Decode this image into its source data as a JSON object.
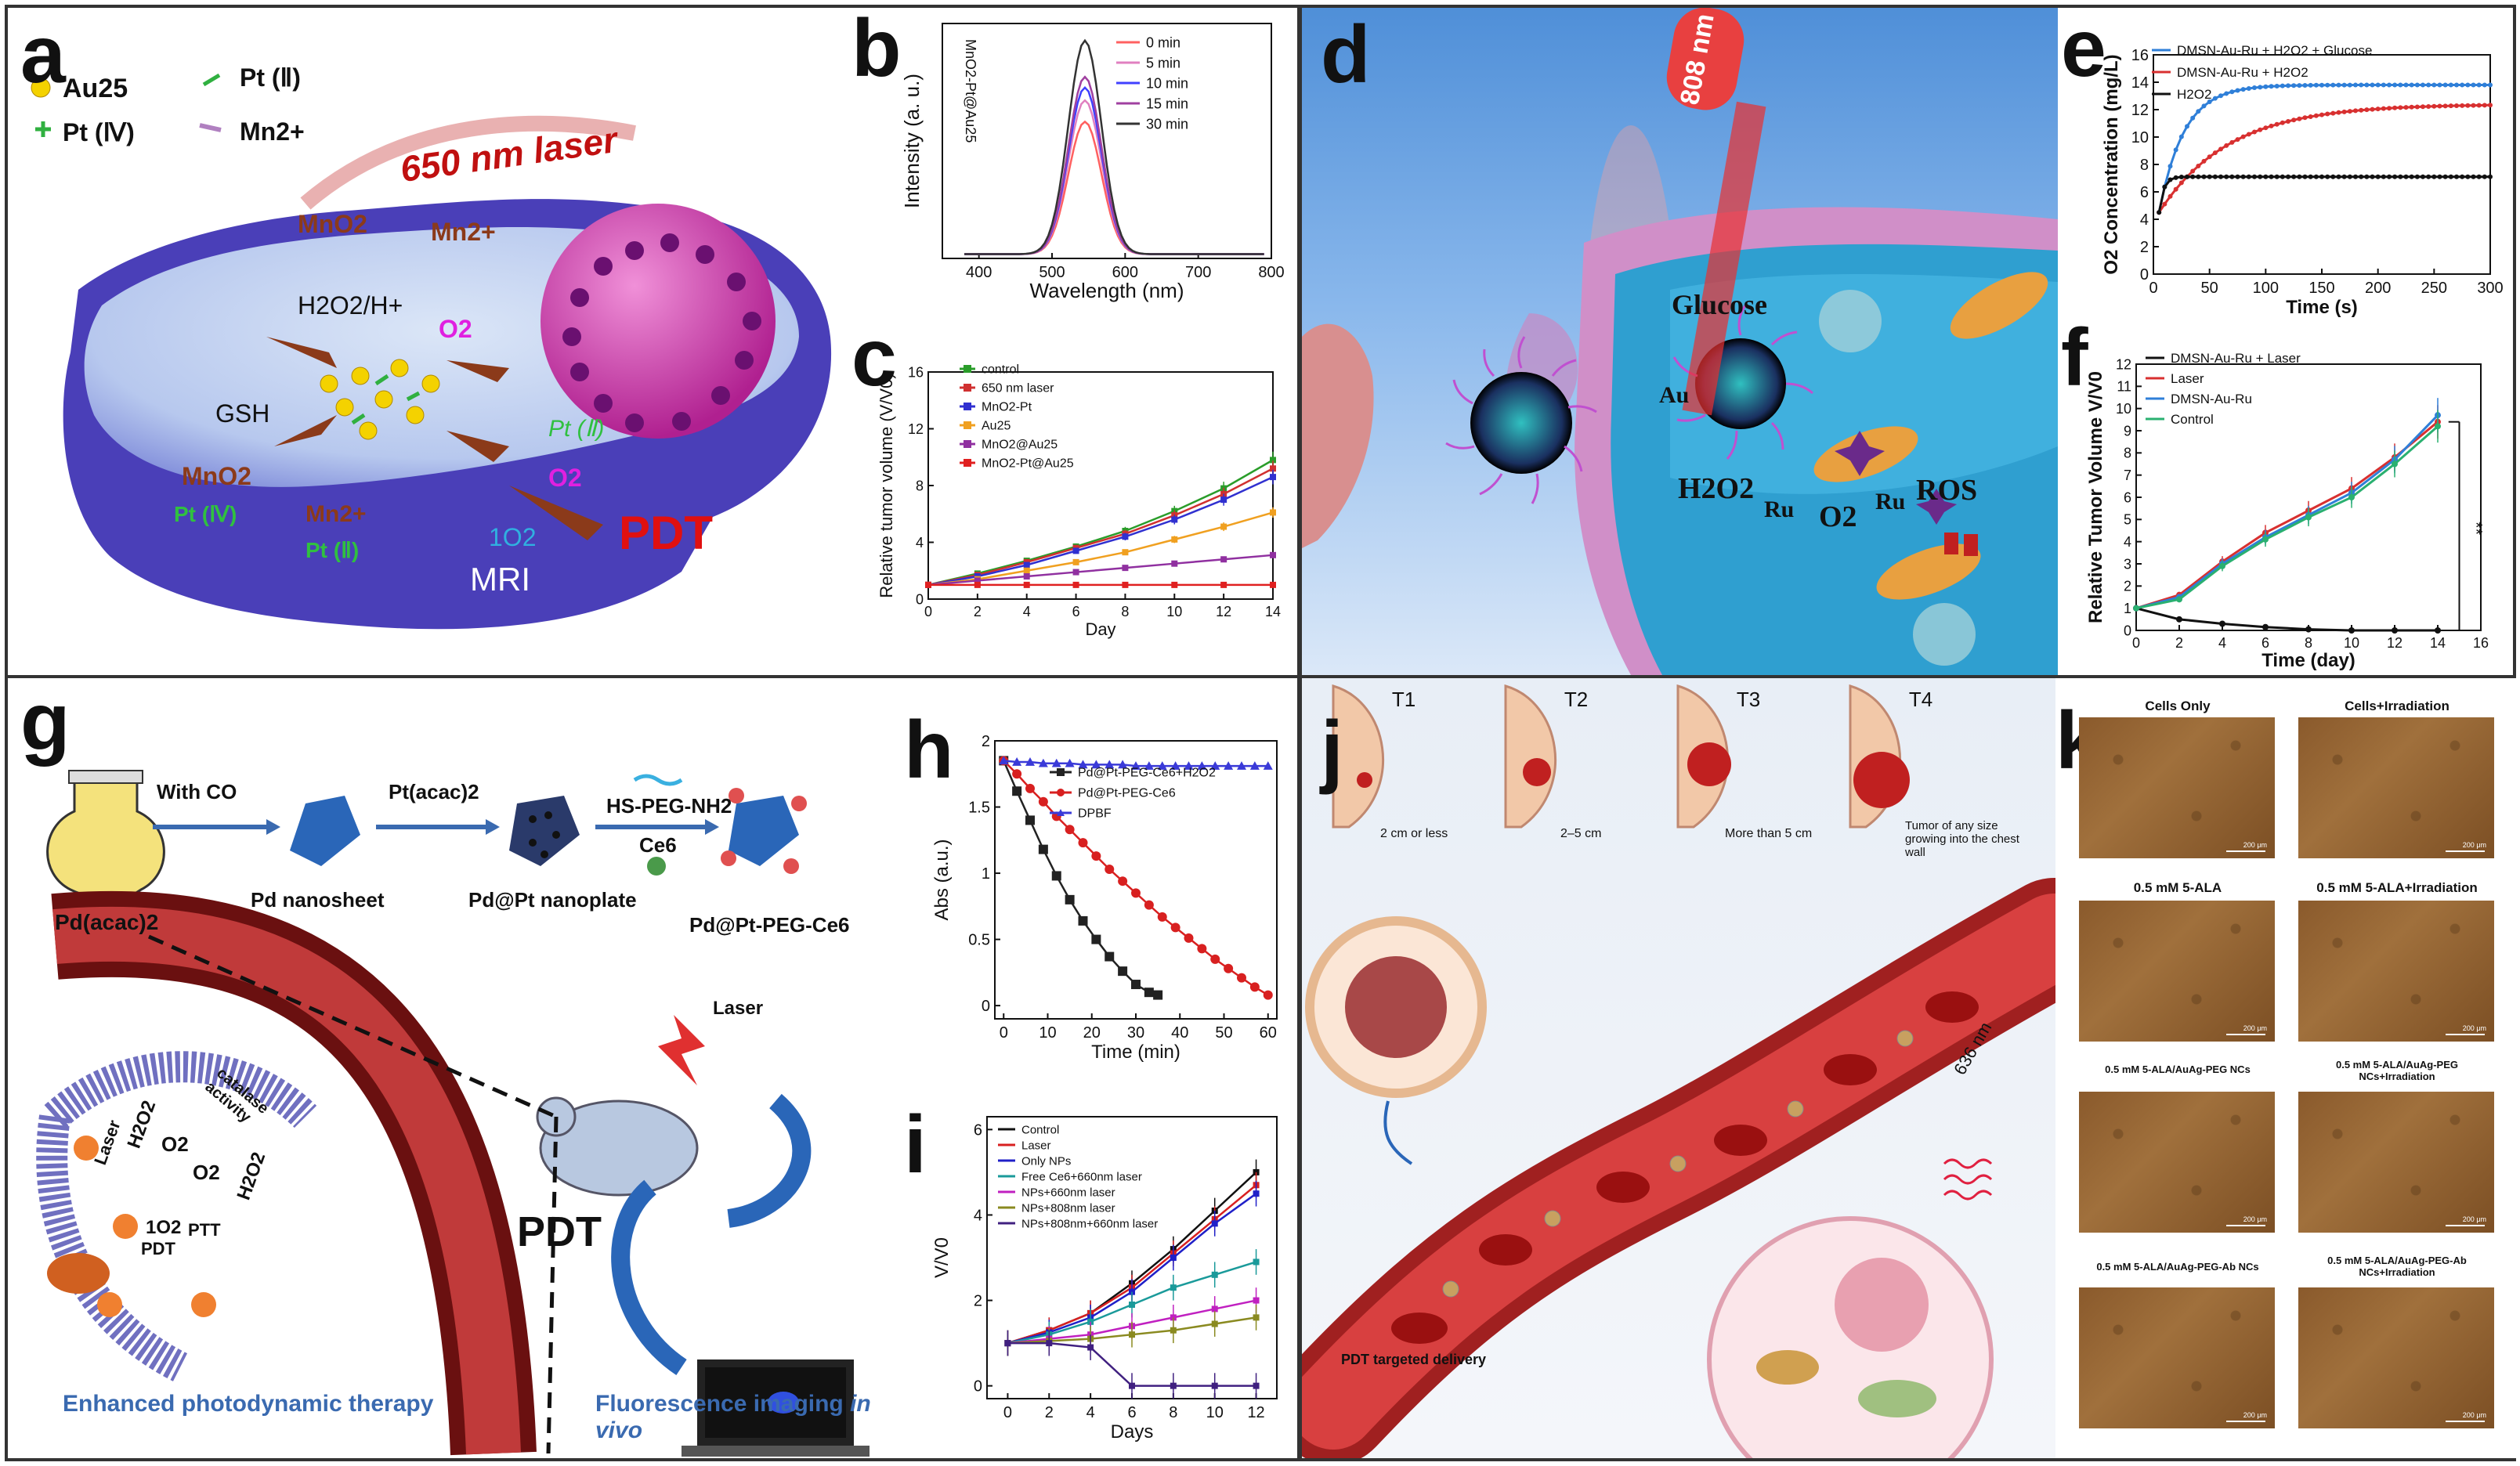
{
  "panel_letters": {
    "a": "a",
    "b": "b",
    "c": "c",
    "d": "d",
    "e": "e",
    "f": "f",
    "g": "g",
    "h": "h",
    "i": "i",
    "j": "j",
    "k": "k"
  },
  "panel_a": {
    "legend": [
      "Au25",
      "Pt (Ⅱ)",
      "Pt (Ⅳ)",
      "Mn2+"
    ],
    "laser": "650 nm laser",
    "labels": {
      "mno2_top": "MnO2",
      "mn2_top": "Mn2+",
      "h2o2": "H2O2/H+",
      "o2a": "O2",
      "gsh": "GSH",
      "o2b": "O2",
      "pt2a": "Pt (Ⅱ)",
      "mno2_bottom": "MnO2",
      "pt4": "Pt (Ⅳ)",
      "mn2_bottom": "Mn2+",
      "pt2b": "Pt (Ⅱ)",
      "singlet": "1O2",
      "mri": "MRI",
      "pdt": "PDT"
    }
  },
  "panel_d": {
    "laser": "808 nm",
    "labels": {
      "glucose": "Glucose",
      "au": "Au",
      "h2o2": "H2O2",
      "ru1": "Ru",
      "o2": "O2",
      "ru2": "Ru",
      "ros": "ROS"
    }
  },
  "panel_g": {
    "steps": [
      "With CO",
      "Pt(acac)2",
      "HS-PEG-NH2",
      "Ce6"
    ],
    "compounds": [
      "Pd(acac)2",
      "Pd nanosheet",
      "Pd@Pt nanoplate",
      "Pd@Pt-PEG-Ce6"
    ],
    "labels": {
      "laser_mouse": "Laser",
      "pdt": "PDT",
      "laser_cell": "Laser",
      "h2o2a": "H2O2",
      "o2a": "O2",
      "o2b": "O2",
      "h2o2b": "H2O2",
      "catalase": "catalase activity",
      "singlet": "1O2",
      "pdt_small": "PDT",
      "ptt": "PTT"
    },
    "captions": {
      "left": "Enhanced photodynamic therapy",
      "right_prefix": "Fluorescence imaging ",
      "right_italic": "in vivo"
    }
  },
  "panel_j": {
    "stages": [
      "T1",
      "T2",
      "T3",
      "T4"
    ],
    "stage_desc": [
      "2 cm or less",
      "2–5 cm",
      "More than 5 cm",
      "Tumor of any size growing into the chest wall"
    ],
    "laser": "636 nm",
    "caption": "PDT targeted delivery"
  },
  "panel_k": {
    "titles": [
      "Cells Only",
      "Cells+Irradiation",
      "0.5 mM 5-ALA",
      "0.5 mM 5-ALA+Irradiation",
      "0.5 mM 5-ALA/AuAg-PEG NCs",
      "0.5 mM 5-ALA/AuAg-PEG NCs+Irradiation",
      "0.5 mM 5-ALA/AuAg-PEG-Ab NCs",
      "0.5 mM 5-ALA/AuAg-PEG-Ab NCs+Irradiation"
    ],
    "scale": "200 μm"
  },
  "chart_data": [
    {
      "id": "b",
      "type": "line",
      "inset": "MnO2-Pt@Au25",
      "xlabel": "Wavelength (nm)",
      "ylabel": "Intensity (a. u.)",
      "xlim": [
        350,
        800
      ],
      "xticks": [
        400,
        500,
        600,
        700,
        800
      ],
      "series": [
        {
          "name": "0 min",
          "color": "#ff6060",
          "peak": 0.62
        },
        {
          "name": "5 min",
          "color": "#e080c0",
          "peak": 0.72
        },
        {
          "name": "10 min",
          "color": "#4040ff",
          "peak": 0.78
        },
        {
          "name": "15 min",
          "color": "#a040a0",
          "peak": 0.83
        },
        {
          "name": "30 min",
          "color": "#333333",
          "peak": 1.0
        }
      ],
      "peak_x": 545
    },
    {
      "id": "c",
      "type": "line",
      "xlabel": "Day",
      "ylabel": "Relative tumor volume (V/V0)",
      "xlim": [
        0,
        14
      ],
      "ylim": [
        0,
        16
      ],
      "xticks": [
        0,
        2,
        4,
        6,
        8,
        10,
        12,
        14
      ],
      "yticks": [
        0,
        4,
        8,
        12,
        16
      ],
      "x": [
        0,
        2,
        4,
        6,
        8,
        10,
        12,
        14
      ],
      "series": [
        {
          "name": "control",
          "color": "#2a9d2a",
          "values": [
            1,
            1.8,
            2.7,
            3.7,
            4.8,
            6.2,
            7.8,
            9.8
          ]
        },
        {
          "name": "650 nm laser",
          "color": "#d03030",
          "values": [
            1,
            1.7,
            2.6,
            3.6,
            4.6,
            5.9,
            7.4,
            9.2
          ]
        },
        {
          "name": "MnO2-Pt",
          "color": "#3030d0",
          "values": [
            1,
            1.6,
            2.4,
            3.4,
            4.4,
            5.6,
            7,
            8.6
          ]
        },
        {
          "name": "Au25",
          "color": "#f0a020",
          "values": [
            1,
            1.4,
            2,
            2.6,
            3.3,
            4.2,
            5.1,
            6.1
          ]
        },
        {
          "name": "MnO2@Au25",
          "color": "#9030a0",
          "values": [
            1,
            1.3,
            1.6,
            1.9,
            2.2,
            2.5,
            2.8,
            3.1
          ]
        },
        {
          "name": "MnO2-Pt@Au25",
          "color": "#e02020",
          "values": [
            1,
            1,
            1,
            1,
            1,
            1,
            1,
            1
          ]
        }
      ]
    },
    {
      "id": "e",
      "type": "line",
      "xlabel": "Time (s)",
      "ylabel": "O2 Concentration (mg/L)",
      "xlim": [
        0,
        300
      ],
      "ylim": [
        0,
        16
      ],
      "xticks": [
        0,
        50,
        100,
        150,
        200,
        250,
        300
      ],
      "yticks": [
        0,
        2,
        4,
        6,
        8,
        10,
        12,
        14,
        16
      ],
      "series": [
        {
          "name": "DMSN-Au-Ru + H2O2 + Glucose",
          "color": "#2f7fd8",
          "final": 13.8,
          "k": 0.045
        },
        {
          "name": "DMSN-Au-Ru + H2O2",
          "color": "#d83030",
          "final": 12.4,
          "k": 0.016
        },
        {
          "name": "H2O2",
          "color": "#111111",
          "final": 7.1,
          "k": 0.25
        }
      ],
      "start": 4.5
    },
    {
      "id": "f",
      "type": "line",
      "xlabel": "Time (day)",
      "ylabel": "Relative Tumor Volume V/V0",
      "xlim": [
        0,
        16
      ],
      "ylim": [
        0,
        12
      ],
      "xticks": [
        0,
        2,
        4,
        6,
        8,
        10,
        12,
        14,
        16
      ],
      "yticks": [
        0,
        1,
        2,
        3,
        4,
        5,
        6,
        7,
        8,
        9,
        10,
        11,
        12
      ],
      "x": [
        0,
        2,
        4,
        6,
        8,
        10,
        12,
        14
      ],
      "series": [
        {
          "name": "DMSN-Au-Ru + Laser",
          "color": "#111111",
          "values": [
            1,
            0.5,
            0.3,
            0.15,
            0.05,
            0,
            0,
            0
          ]
        },
        {
          "name": "Laser",
          "color": "#d83030",
          "values": [
            1,
            1.6,
            3.1,
            4.4,
            5.4,
            6.4,
            7.8,
            9.4
          ]
        },
        {
          "name": "DMSN-Au-Ru",
          "color": "#2f7fd8",
          "values": [
            1,
            1.5,
            3.0,
            4.2,
            5.2,
            6.2,
            7.7,
            9.7
          ]
        },
        {
          "name": "Control",
          "color": "#2ab070",
          "values": [
            1,
            1.4,
            2.9,
            4.1,
            5.1,
            6.0,
            7.5,
            9.2
          ]
        }
      ],
      "sig": "**"
    },
    {
      "id": "h",
      "type": "line",
      "xlabel": "Time (min)",
      "ylabel": "Abs (a.u.)",
      "xlim": [
        -2,
        62
      ],
      "ylim": [
        -0.1,
        2.0
      ],
      "xticks": [
        0,
        10,
        20,
        30,
        40,
        50,
        60
      ],
      "yticks": [
        0.0,
        0.5,
        1.0,
        1.5,
        2.0
      ],
      "series": [
        {
          "name": "Pd@Pt-PEG-Ce6+H2O2",
          "color": "#222222",
          "x": [
            0,
            3,
            6,
            9,
            12,
            15,
            18,
            21,
            24,
            27,
            30,
            33,
            35
          ],
          "values": [
            1.85,
            1.62,
            1.4,
            1.18,
            0.98,
            0.8,
            0.64,
            0.5,
            0.37,
            0.26,
            0.16,
            0.1,
            0.08
          ]
        },
        {
          "name": "Pd@Pt-PEG-Ce6",
          "color": "#d82020",
          "x": [
            0,
            3,
            6,
            9,
            12,
            15,
            18,
            21,
            24,
            27,
            30,
            33,
            36,
            39,
            42,
            45,
            48,
            51,
            54,
            57,
            60
          ],
          "values": [
            1.85,
            1.75,
            1.64,
            1.54,
            1.43,
            1.33,
            1.23,
            1.13,
            1.03,
            0.94,
            0.85,
            0.76,
            0.67,
            0.59,
            0.51,
            0.43,
            0.35,
            0.28,
            0.21,
            0.14,
            0.08
          ]
        },
        {
          "name": "DPBF",
          "color": "#3a3ad8",
          "x": [
            0,
            3,
            6,
            9,
            12,
            15,
            18,
            21,
            24,
            27,
            30,
            33,
            36,
            39,
            42,
            45,
            48,
            51,
            54,
            57,
            60
          ],
          "values": [
            1.85,
            1.84,
            1.84,
            1.83,
            1.83,
            1.83,
            1.82,
            1.82,
            1.82,
            1.82,
            1.81,
            1.81,
            1.81,
            1.81,
            1.81,
            1.81,
            1.81,
            1.81,
            1.81,
            1.81,
            1.81
          ]
        }
      ]
    },
    {
      "id": "i",
      "type": "line",
      "xlabel": "Days",
      "ylabel": "V/V0",
      "xlim": [
        -1,
        13
      ],
      "ylim": [
        -0.3,
        6.3
      ],
      "xticks": [
        0,
        2,
        4,
        6,
        8,
        10,
        12
      ],
      "yticks": [
        0,
        2,
        4,
        6
      ],
      "x": [
        0,
        2,
        4,
        6,
        8,
        10,
        12
      ],
      "series": [
        {
          "name": "Control",
          "color": "#111111",
          "values": [
            1,
            1.3,
            1.7,
            2.4,
            3.2,
            4.1,
            5.0
          ]
        },
        {
          "name": "Laser",
          "color": "#d82020",
          "values": [
            1,
            1.3,
            1.7,
            2.3,
            3.1,
            3.9,
            4.7
          ]
        },
        {
          "name": "Only NPs",
          "color": "#2020c8",
          "values": [
            1,
            1.25,
            1.6,
            2.2,
            3.0,
            3.8,
            4.5
          ]
        },
        {
          "name": "Free Ce6+660nm laser",
          "color": "#1a9a9a",
          "values": [
            1,
            1.2,
            1.5,
            1.9,
            2.3,
            2.6,
            2.9
          ]
        },
        {
          "name": "NPs+660nm laser",
          "color": "#c020c0",
          "values": [
            1,
            1.1,
            1.2,
            1.4,
            1.6,
            1.8,
            2.0
          ]
        },
        {
          "name": "NPs+808nm laser",
          "color": "#8a8a20",
          "values": [
            1,
            1.05,
            1.1,
            1.2,
            1.3,
            1.45,
            1.6
          ]
        },
        {
          "name": "NPs+808nm+660nm laser",
          "color": "#402080",
          "values": [
            1,
            1,
            0.9,
            0,
            0,
            0,
            0
          ]
        }
      ]
    }
  ]
}
